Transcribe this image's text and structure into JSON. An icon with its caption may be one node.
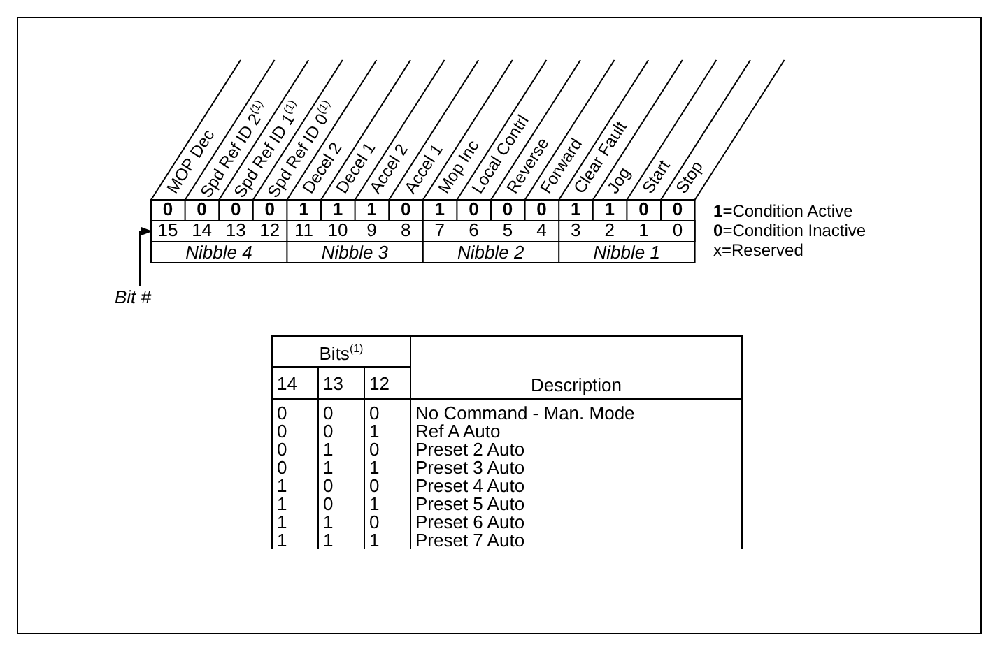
{
  "diagram": {
    "nodes": [
      {
        "text": [
          "Bit #"
        ]
      },
      {
        "text": [],
        "shape": "box"
      }
    ],
    "edges": [
      {
        "from": 0,
        "to": 1,
        "arrow": "to"
      }
    ],
    "labels": [
      "MOP Dec",
      "Spd Ref ID 2$^{(1)}$",
      "Spd Ref ID 1$^{(1)}$",
      "Spd Ref ID 0$^{(1)}$",
      "Decel 2",
      "Decel 1",
      "Accel 2",
      "Accel 1",
      "Mop Inc",
      "Local Contrl",
      "Reverse",
      "Forward",
      "Clear Fault",
      "Jog",
      "Start",
      "Stop",
      "0",
      "0",
      "0",
      "0",
      "1",
      "1",
      "1",
      "0",
      "1",
      "0",
      "0",
      "0",
      "1",
      "1",
      "0",
      "0",
      "15",
      "14",
      "13",
      "12",
      "11",
      "10",
      "9",
      "8",
      "7",
      "6",
      "5",
      "4",
      "3",
      "2",
      "1",
      "0",
      "Nibble 4",
      "Nibble 3",
      "Nibble 2",
      "Nibble 1",
      "**1**=Condition Active",
      "**0**=Condition Inactive",
      "x=Reserved",
      "Bits$^{(1)}$",
      "14",
      "13",
      "12",
      "Description",
      "0",
      "0",
      "0",
      "No Command - Man. Mode",
      "0",
      "0",
      "1",
      "Ref A Auto",
      "0",
      "1",
      "0",
      "Preset 2 Auto",
      "0",
      "1",
      "1",
      "Preset 3 Auto",
      "1",
      "0",
      "0",
      "Preset 4 Auto",
      "1",
      "0",
      "1",
      "Preset 5 Auto",
      "1",
      "1",
      "0",
      "Preset 6 Auto",
      "1",
      "1",
      "1",
      "Preset 7 Auto"
    ]
  }
}
